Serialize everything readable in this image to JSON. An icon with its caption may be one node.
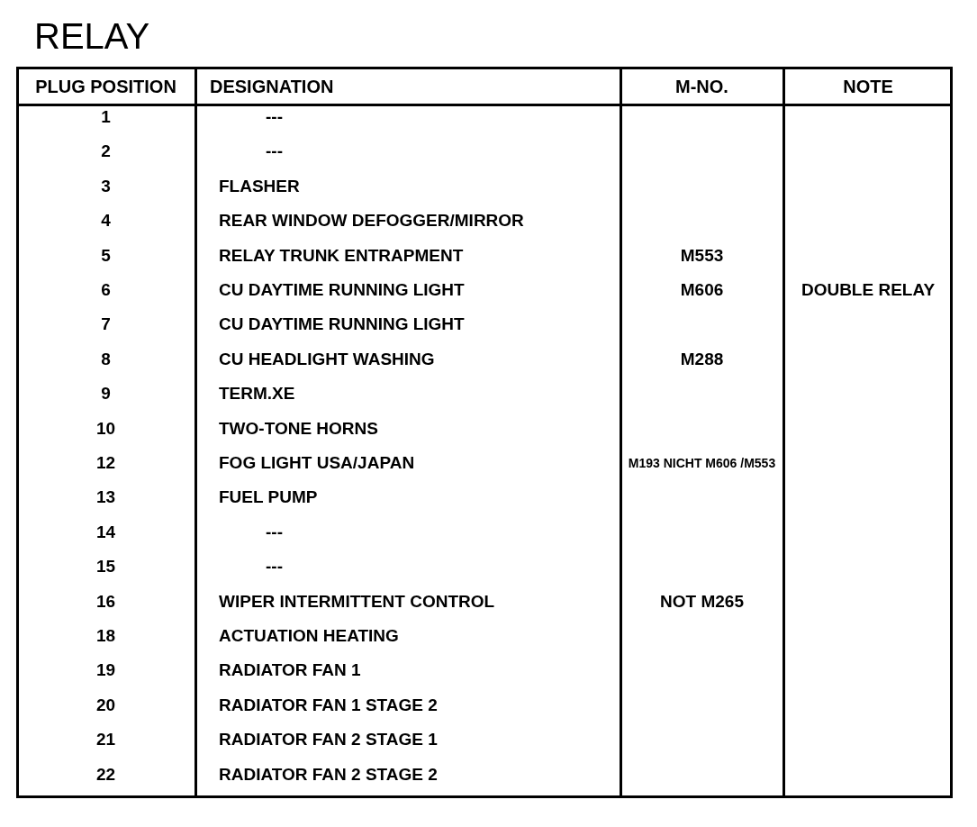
{
  "diagram": {
    "title": "RELAY",
    "labels": [
      "PLUG POSITION",
      "DESIGNATION",
      "M-NO.",
      "NOTE",
      "1",
      "---",
      "2",
      "---",
      "3",
      "FLASHER",
      "4",
      "REAR WINDOW DEFOGGER/MIRROR",
      "5",
      "RELAY TRUNK ENTRAPMENT",
      "M553",
      "6",
      "CU DAYTIME RUNNING LIGHT",
      "M606",
      "DOUBLE RELAY",
      "7",
      "CU DAYTIME RUNNING LIGHT",
      "8",
      "CU HEADLIGHT WASHING",
      "M288",
      "9",
      "TERM.XE",
      "10",
      "TWO-TONE HORNS",
      "12",
      "FOG LIGHT USA/JAPAN",
      "M193 NICHT M606 /M553",
      "13",
      "FUEL PUMP",
      "14",
      "---",
      "15",
      "---",
      "16",
      "WIPER INTERMITTENT CONTROL",
      "NOT M265",
      "18",
      "ACTUATION HEATING",
      "19",
      "RADIATOR FAN 1",
      "20",
      "RADIATOR FAN 1 STAGE 2",
      "21",
      "RADIATOR FAN 2 STAGE 1",
      "22",
      "RADIATOR FAN 2 STAGE 2"
    ]
  }
}
